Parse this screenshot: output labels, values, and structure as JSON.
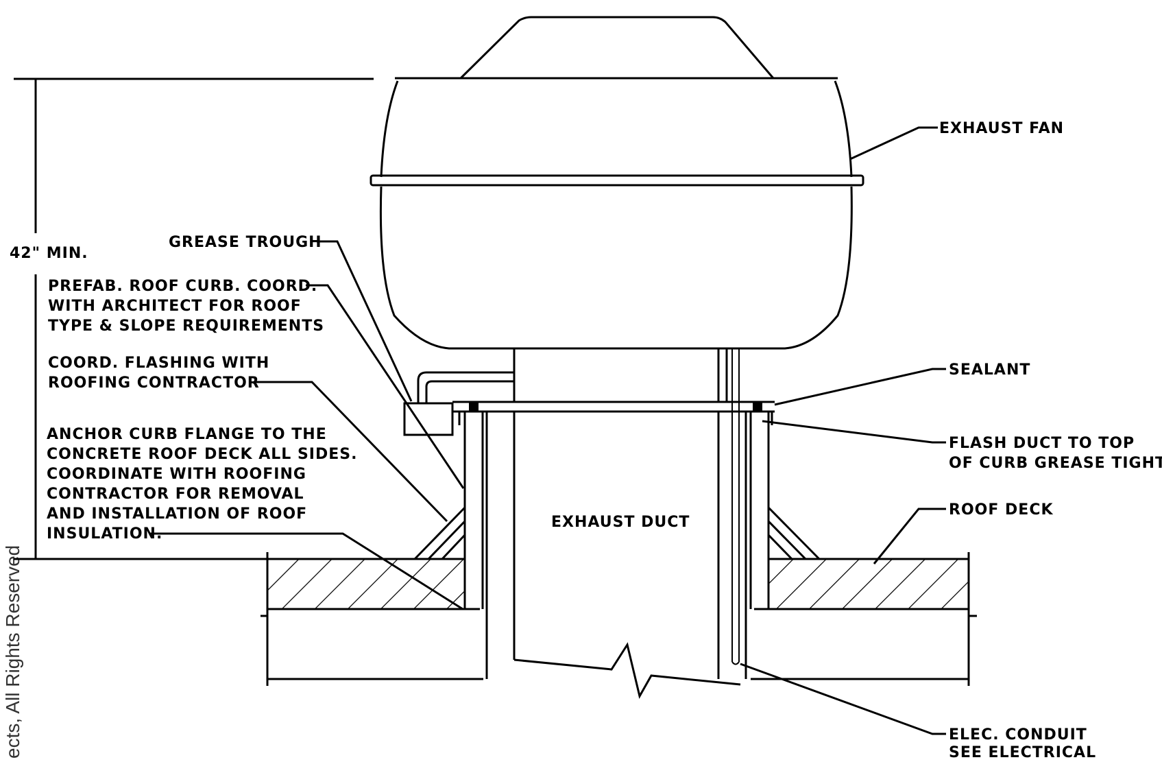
{
  "labels": {
    "exhaust_fan": "EXHAUST FAN",
    "grease_trough": "GREASE TROUGH",
    "dimension": "42\" MIN.",
    "prefab_curb": [
      "PREFAB. ROOF CURB. COORD.",
      "WITH ARCHITECT FOR ROOF",
      "TYPE & SLOPE REQUIREMENTS"
    ],
    "flashing": [
      "COORD. FLASHING WITH",
      "ROOFING CONTRACTOR"
    ],
    "anchor": [
      "ANCHOR CURB FLANGE TO THE",
      "CONCRETE ROOF DECK ALL SIDES.",
      "COORDINATE WITH ROOFING",
      "CONTRACTOR FOR REMOVAL",
      "AND INSTALLATION OF ROOF",
      "INSULATION."
    ],
    "sealant": "SEALANT",
    "flash_duct": [
      "FLASH DUCT TO TOP",
      "OF CURB GREASE TIGHT"
    ],
    "roof_deck": "ROOF DECK",
    "exhaust_duct": "EXHAUST DUCT",
    "elec_conduit": [
      "ELEC. CONDUIT",
      "SEE ELECTRICAL"
    ]
  },
  "watermark": "ects, All Rights Reserved"
}
